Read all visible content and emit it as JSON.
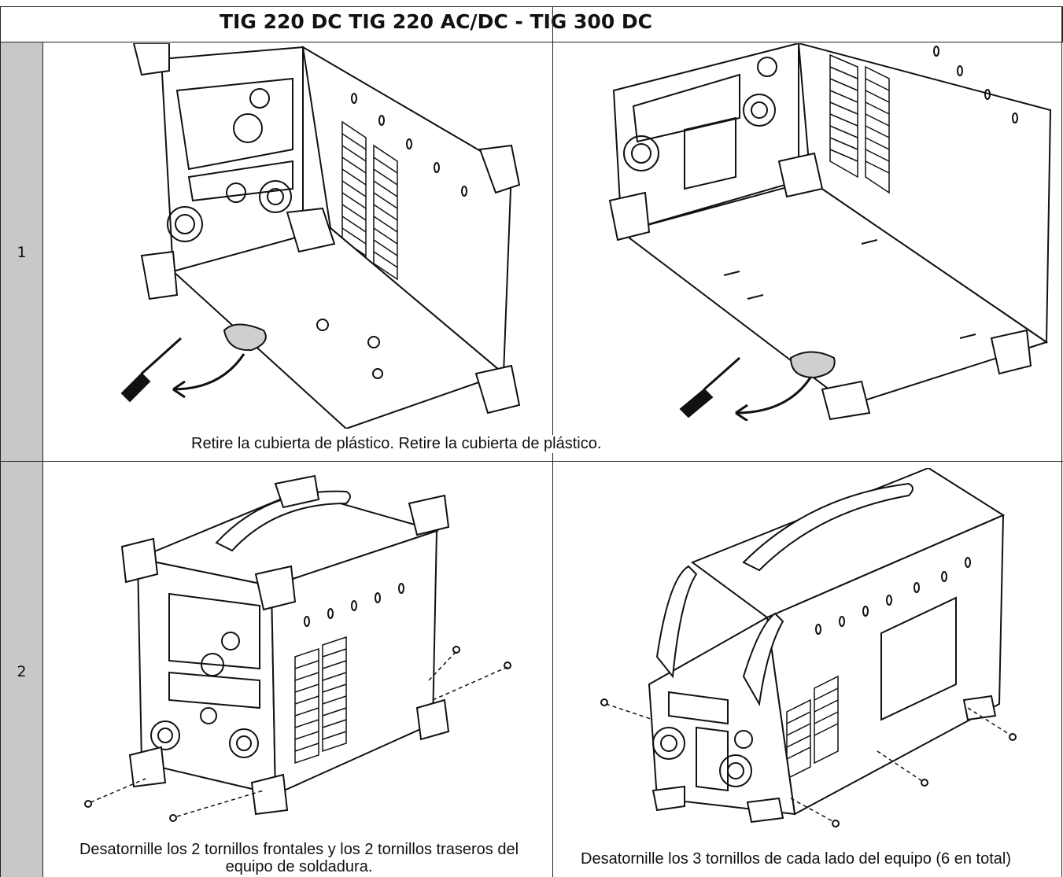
{
  "header": {
    "title": "TIG 220 DC TIG 220 AC/DC - TIG 300 DC"
  },
  "steps": [
    {
      "number": "1",
      "caption": "Retire la cubierta de plástico. Retire la cubierta de plástico."
    },
    {
      "number": "2",
      "caption_left": "Desatornille los 2 tornillos frontales y los 2 tornillos traseros del equipo de soldadura.",
      "caption_right": "Desatornille los 3 tornillos de cada lado del equipo (6 en total)"
    }
  ],
  "figures": {
    "step1_left": "welder-bottom-left-icon",
    "step1_right": "welder-bottom-right-icon",
    "step2_left": "welder-screws-left-icon",
    "step2_right": "welder-screws-right-icon"
  },
  "colors": {
    "side_column": "#c8c8c8",
    "border": "#222222",
    "highlight": "#cfcfcf"
  }
}
